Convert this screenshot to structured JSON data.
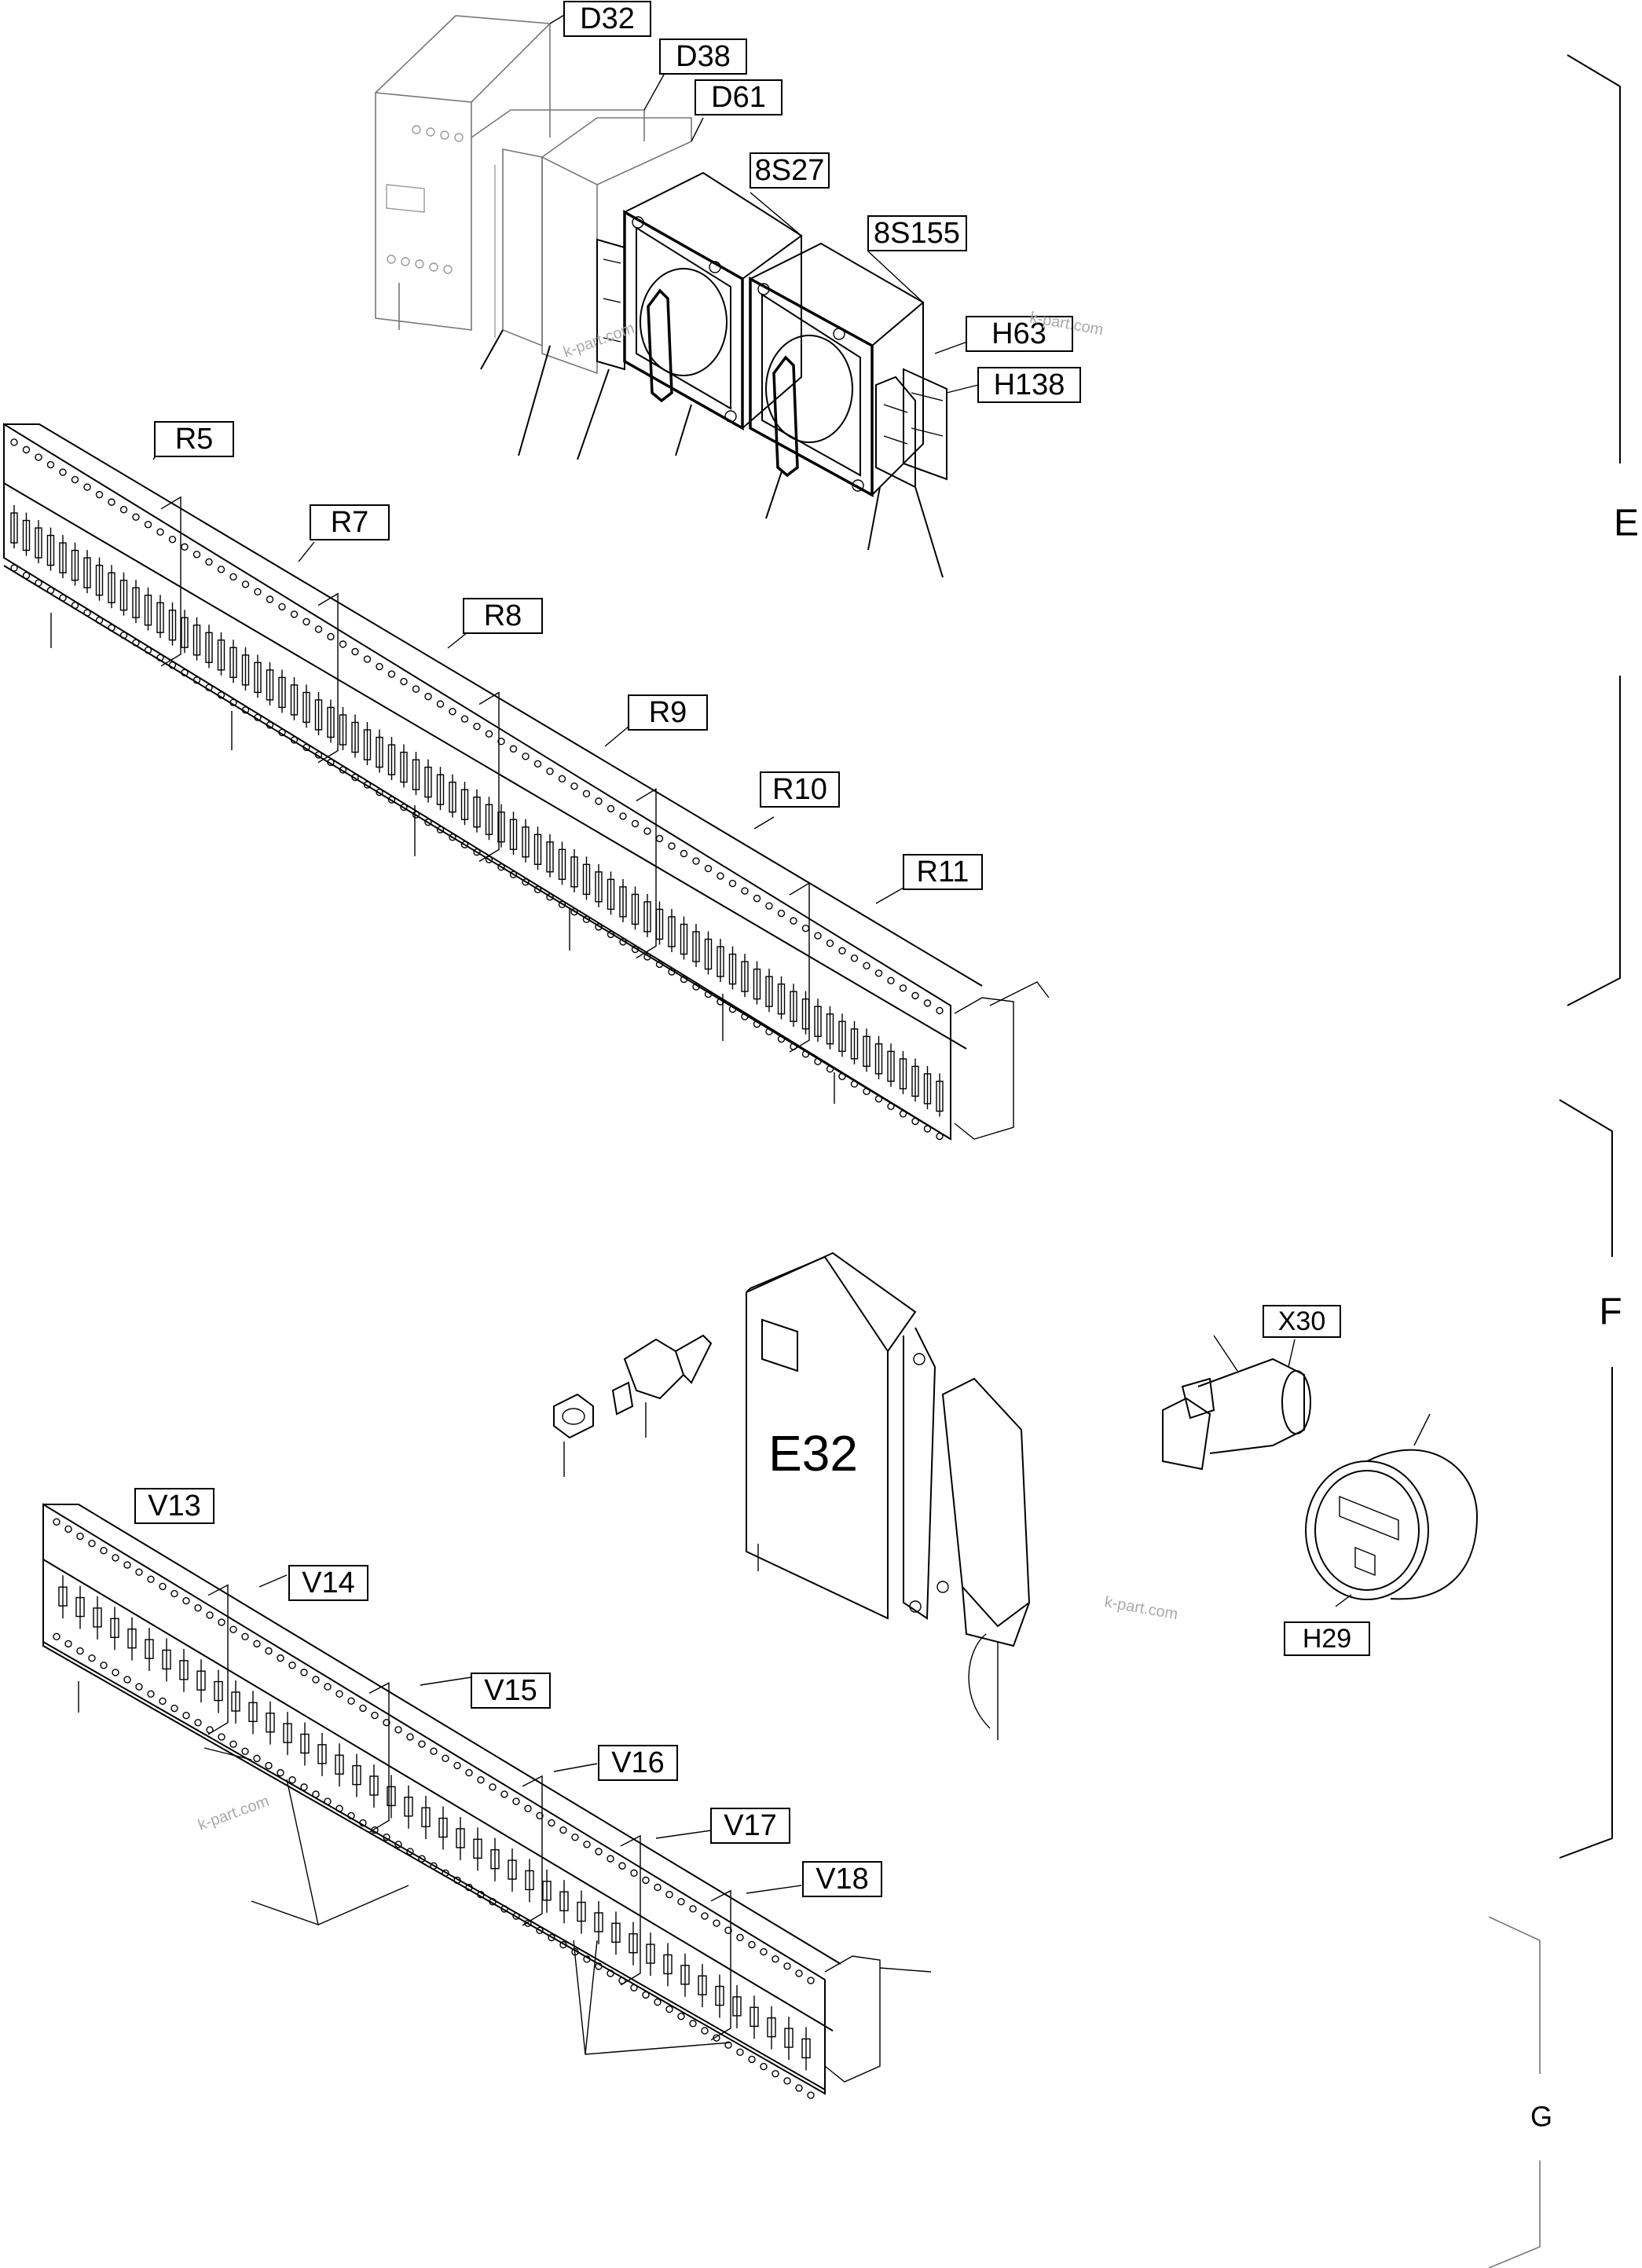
{
  "labels": {
    "d32": "D32",
    "d38": "D38",
    "d61": "D61",
    "s27": "8S27",
    "s155": "8S155",
    "h63": "H63",
    "h138": "H138",
    "r5": "R5",
    "r7": "R7",
    "r8": "R8",
    "r9": "R9",
    "r10": "R10",
    "r11": "R11",
    "e32": "E32",
    "x30": "X30",
    "h29": "H29",
    "v13": "V13",
    "v14": "V14",
    "v15": "V15",
    "v16": "V16",
    "v17": "V17",
    "v18": "V18"
  },
  "groups": {
    "e": "E",
    "f": "F",
    "g": "G"
  },
  "watermarks": [
    "k-part.com",
    "k-part.com",
    "k-part.com",
    "k-part.com"
  ]
}
